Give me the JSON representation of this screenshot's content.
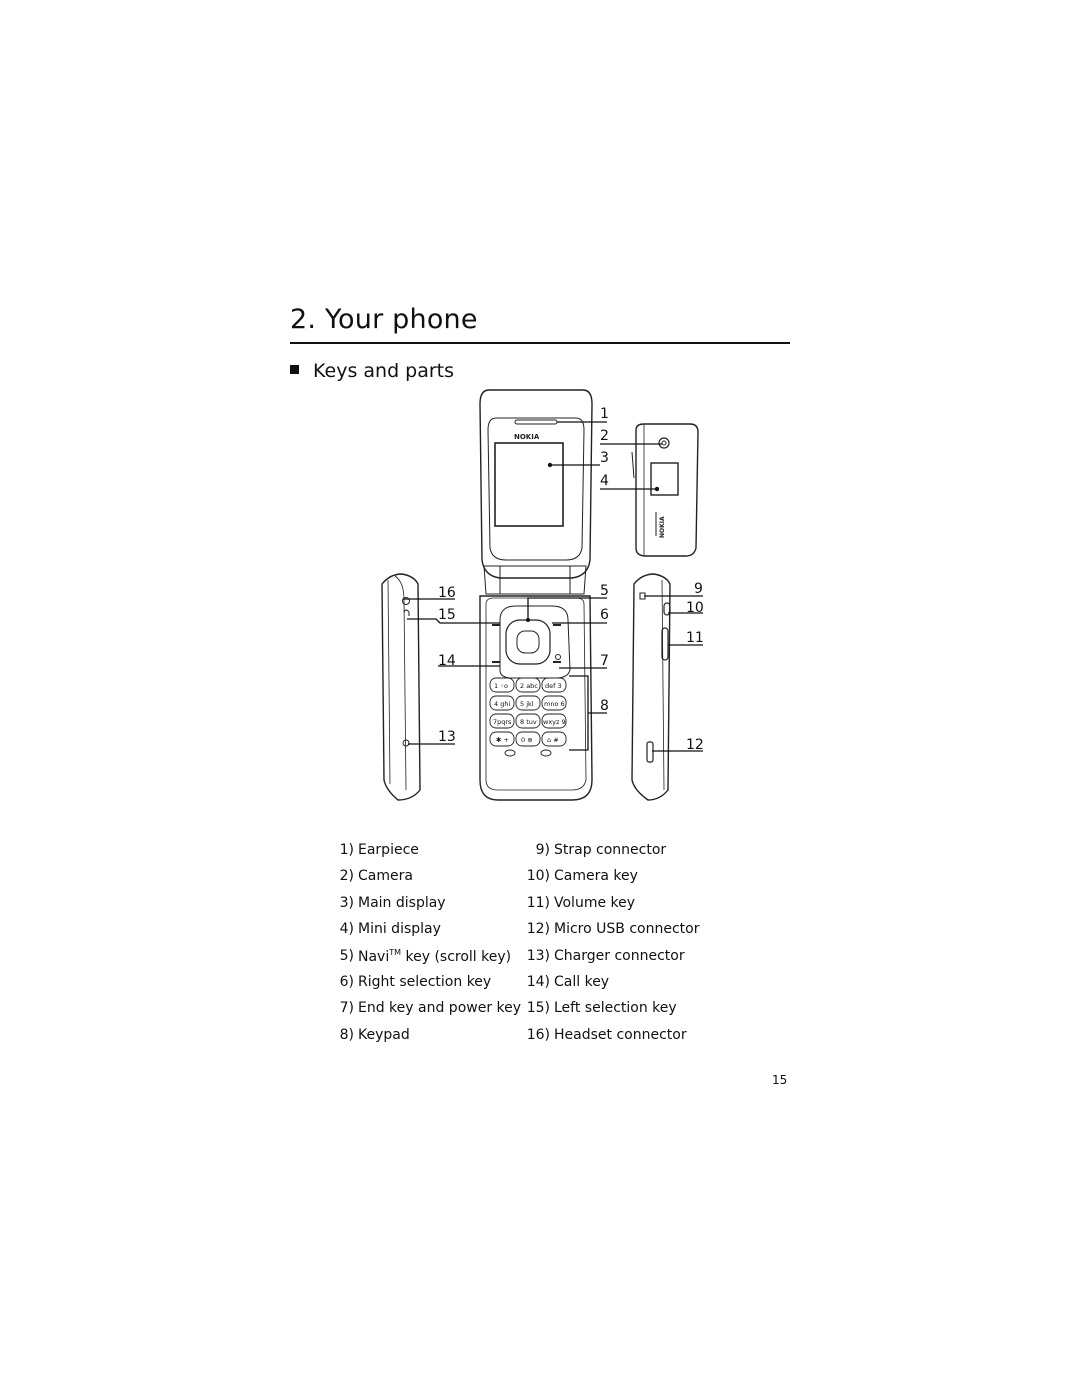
{
  "chapter": {
    "title": "2.  Your phone"
  },
  "section": {
    "title": "Keys and parts"
  },
  "figure": {
    "brand": "NOKIA",
    "callouts": [
      "1",
      "2",
      "3",
      "4",
      "5",
      "6",
      "7",
      "8",
      "9",
      "10",
      "11",
      "12",
      "13",
      "14",
      "15",
      "16"
    ],
    "keypad": [
      [
        "1 ◦o",
        "2 abc",
        "def 3"
      ],
      [
        "4 ghi",
        "5 jkl",
        "mno 6"
      ],
      [
        "7pqrs",
        "8 tuv",
        "wxyz 9"
      ],
      [
        "✱ +",
        "0 ⊕",
        "⌂ #"
      ]
    ]
  },
  "legend": {
    "left": [
      {
        "num": "1)",
        "text": "Earpiece"
      },
      {
        "num": "2)",
        "text": "Camera"
      },
      {
        "num": "3)",
        "text": "Main display"
      },
      {
        "num": "4)",
        "text": "Mini display"
      },
      {
        "num": "5)",
        "text_pre": "Navi",
        "text_sup": "TM",
        "text_post": " key (scroll key)"
      },
      {
        "num": "6)",
        "text": "Right selection key"
      },
      {
        "num": "7)",
        "text": "End key and power key"
      },
      {
        "num": "8)",
        "text": "Keypad"
      }
    ],
    "right": [
      {
        "num": "9)",
        "text": "Strap connector"
      },
      {
        "num": "10)",
        "text": "Camera key"
      },
      {
        "num": "11)",
        "text": "Volume key"
      },
      {
        "num": "12)",
        "text": "Micro USB connector"
      },
      {
        "num": "13)",
        "text": "Charger connector"
      },
      {
        "num": "14)",
        "text": "Call key"
      },
      {
        "num": "15)",
        "text": "Left selection key"
      },
      {
        "num": "16)",
        "text": "Headset connector"
      }
    ]
  },
  "page_number": "15"
}
